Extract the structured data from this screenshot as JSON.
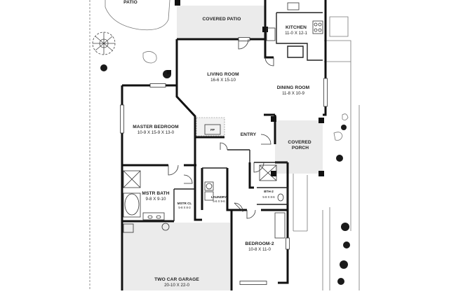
{
  "plan": {
    "rooms": [
      {
        "id": "patio",
        "name": "PATIO",
        "dims": ""
      },
      {
        "id": "covered-patio",
        "name": "COVERED PATIO",
        "dims": ""
      },
      {
        "id": "kitchen",
        "name": "KITCHEN",
        "dims": "11-0 X 12-1"
      },
      {
        "id": "living-room",
        "name": "LIVING ROOM",
        "dims": "16-6  X  15-10"
      },
      {
        "id": "dining-room",
        "name": "DINING ROOM",
        "dims": "11-8 X 10-9"
      },
      {
        "id": "master-bedroom",
        "name": "MASTER BEDROOM",
        "dims": "10-9 X 15-9 X 13-0"
      },
      {
        "id": "fireplace",
        "name": "FP",
        "dims": ""
      },
      {
        "id": "entry",
        "name": "ENTRY",
        "dims": ""
      },
      {
        "id": "covered-porch",
        "name": "COVERED\nPORCH",
        "dims": ""
      },
      {
        "id": "mstr-bath",
        "name": "MSTR BATH",
        "dims": "9-8  X  9-10"
      },
      {
        "id": "mstr-closet",
        "name": "MSTR CL",
        "dims": "5-8 X 8-3"
      },
      {
        "id": "laundry",
        "name": "LAUNDRY",
        "dims": "5-6 X 9-6"
      },
      {
        "id": "bth-2",
        "name": "BTH-2",
        "dims": "5-8 X 8-6"
      },
      {
        "id": "bedroom-2",
        "name": "BEDROOM-2",
        "dims": "10-8  X 11-0"
      },
      {
        "id": "garage",
        "name": "TWO CAR GARAGE",
        "dims": "20-10  X  22-0"
      }
    ],
    "colors": {
      "wall": "#111111",
      "covered_fill": "#ebebeb",
      "line": "#666666",
      "shrub": "#1a1a1a"
    }
  }
}
